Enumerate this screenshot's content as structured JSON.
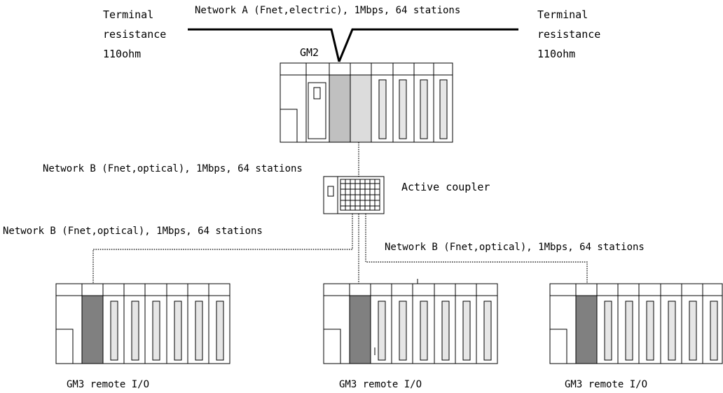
{
  "network_a": {
    "label": "Network A (Fnet,electric), 1Mbps, 64 stations",
    "terminal_left": [
      "Terminal",
      "resistance",
      "110ohm"
    ],
    "terminal_right": [
      "Terminal",
      "resistance",
      "110ohm"
    ]
  },
  "master": {
    "name": "GM2",
    "slots": [
      {
        "kind": "power"
      },
      {
        "kind": "cpu"
      },
      {
        "kind": "fnet-electric",
        "color": "#c0c0c0"
      },
      {
        "kind": "fnet-optical",
        "color": "#dcdcdc"
      },
      {
        "kind": "io"
      },
      {
        "kind": "io"
      },
      {
        "kind": "io"
      },
      {
        "kind": "io"
      }
    ]
  },
  "coupler": {
    "name": "Active coupler"
  },
  "network_b": {
    "label_upper": "Network B (Fnet,optical), 1Mbps, 64 stations",
    "label_left": "Network B (Fnet,optical), 1Mbps, 64 stations",
    "label_right": "Network B (Fnet,optical), 1Mbps, 64 stations"
  },
  "remotes": [
    {
      "name": "GM3 remote I/O",
      "comm_color": "#808080"
    },
    {
      "name": "GM3 remote I/O",
      "comm_color": "#808080"
    },
    {
      "name": "GM3 remote I/O",
      "comm_color": "#808080"
    }
  ],
  "colors": {
    "line": "#000000",
    "comm_module_master_electric": "#c0c0c0",
    "comm_module_master_optical": "#dcdcdc",
    "comm_module_remote": "#808080",
    "io_window": "#e6e6e6"
  }
}
